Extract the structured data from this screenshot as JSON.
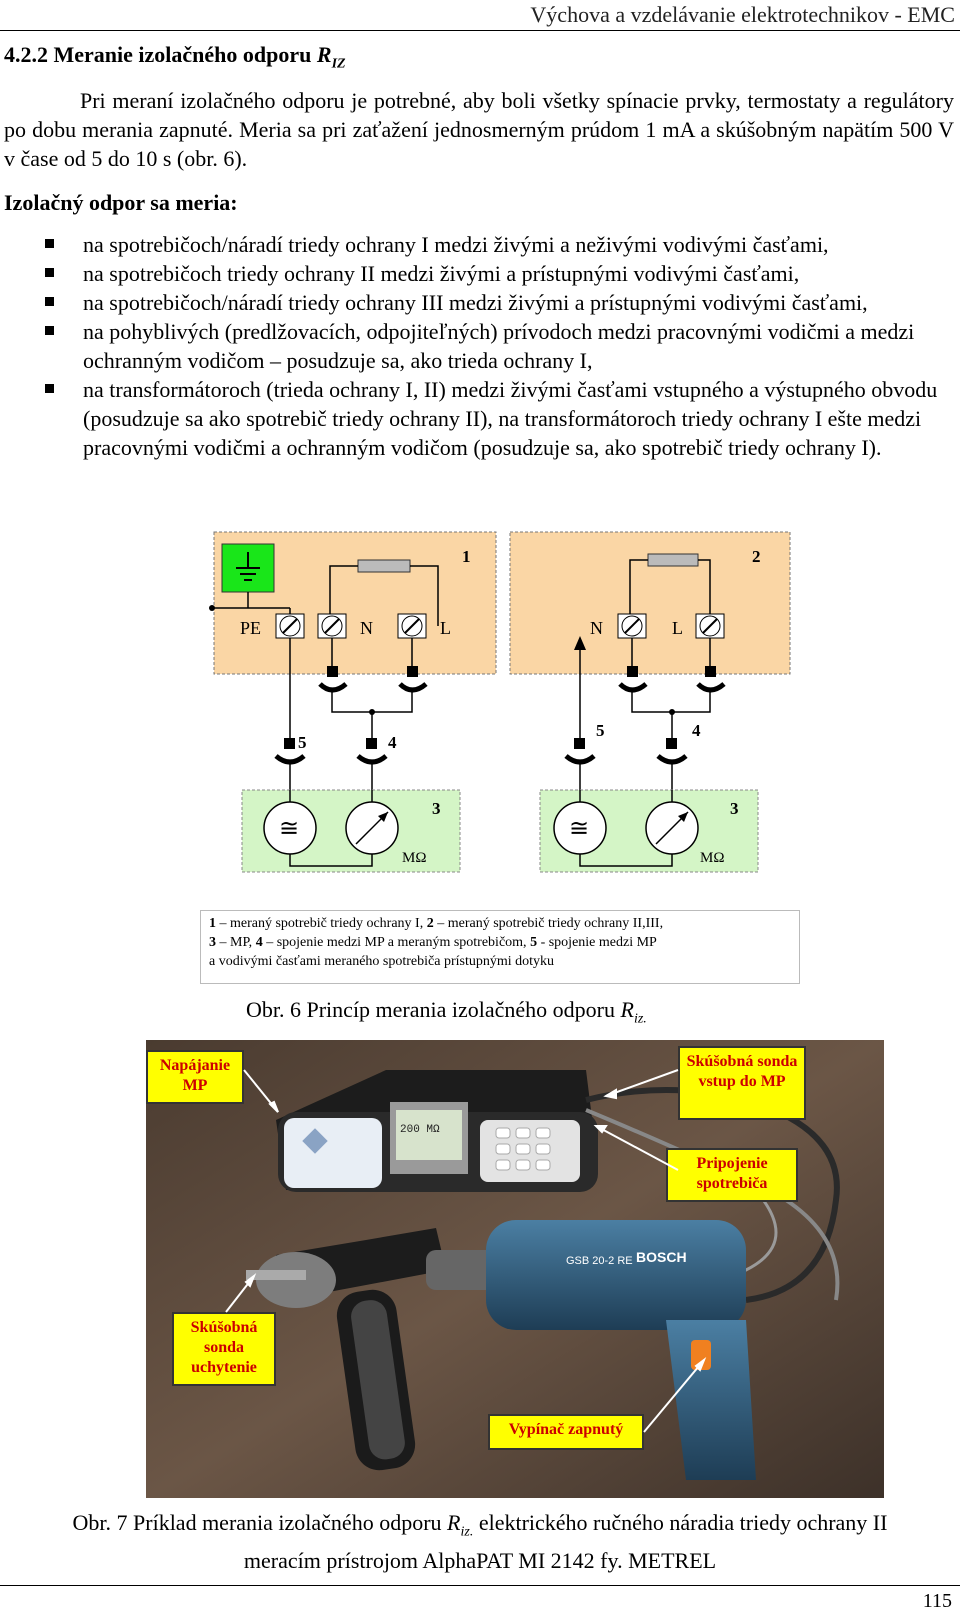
{
  "header": {
    "title": "Výchova a vzdelávanie elektrotechnikov - EMC"
  },
  "section": {
    "number": "4.2.2",
    "title_prefix": "Meranie izolačného odporu ",
    "title_symbol": "R",
    "title_sub": "IZ"
  },
  "intro": {
    "text": "Pri meraní izolačného odporu je potrebné, aby boli všetky spínacie prvky, termostaty a regulátory po dobu merania zapnuté. Meria sa pri zaťažení jednosmerným prúdom 1 mA a skúšobným napätím 500 V v čase od 5 do 10 s (obr. 6)."
  },
  "subheading": "Izolačný odpor sa meria:",
  "bullets": [
    "na spotrebičoch/náradí triedy ochrany I medzi živými a neživými vodivými časťami,",
    "na spotrebičoch triedy ochrany II medzi živými a prístupnými vodivými časťami,",
    "na spotrebičoch/náradí triedy ochrany III medzi živými a prístupnými vodivými časťami,",
    "na pohyblivých (predlžovacích, odpojiteľných) prívodoch medzi pracovnými vodičmi a medzi ochranným vodičom – posudzuje sa, ako trieda ochrany I,",
    "na transformátoroch (trieda ochrany I, II) medzi živými časťami vstupného a výstupného obvodu (posudzuje sa ako spotrebič triedy ochrany II), na transformátoroch triedy ochrany I ešte medzi pracovnými vodičmi a ochranným vodičom (posudzuje sa, ako spotrebič triedy ochrany I)."
  ],
  "diagram": {
    "box1_label": "1",
    "box2_label": "2",
    "terminals_left": [
      "PE",
      "N",
      "L"
    ],
    "terminals_right": [
      "N",
      "L"
    ],
    "probe_left_5": "5",
    "probe_left_4": "4",
    "probe_right_5": "5",
    "probe_right_4": "4",
    "meter_label_left": "3",
    "meter_label_right": "3",
    "unit_left": "MΩ",
    "unit_right": "MΩ",
    "source_symbol_left": "≅",
    "source_symbol_right": "≅",
    "colors": {
      "box_fill": "#fad6a5",
      "meter_fill": "#d4f5c6",
      "border": "#777777"
    }
  },
  "legend": {
    "line1_n1": "1",
    "line1_t1": " – meraný spotrebič triedy ochrany I, ",
    "line1_n2": "2",
    "line1_t2": " – meraný spotrebič triedy ochrany II,III,",
    "line2_n3": "3",
    "line2_t3": " – MP, ",
    "line2_n4": "4",
    "line2_t4": " – spojenie medzi MP a meraným spotrebičom, ",
    "line2_n5": "5",
    "line2_t5": " - spojenie medzi MP",
    "line3": "a vodivými časťami meraného spotrebiča prístupnými dotyku"
  },
  "figure6_caption": {
    "prefix": "Obr. 6  Princíp merania izolačného odporu ",
    "symbol": "R",
    "sub": "iz."
  },
  "photo": {
    "callouts": {
      "power": "Napájanie MP",
      "probe_input": "Skúšobná sonda vstup do MP",
      "connection": "Pripojenie spotrebiča",
      "probe_clip": "Skúšobná sonda uchytenie",
      "switch": "Vypínač zapnutý"
    },
    "device_screen": "200 MΩ",
    "drill_brand": "BOSCH",
    "drill_model": "GSB 20-2 RE",
    "colors": {
      "callout_bg": "#ffff00",
      "callout_text": "#cc0000",
      "background": "#5b4a3c"
    }
  },
  "figure7_caption": {
    "line1_prefix": "Obr. 7  Príklad merania izolačného odporu ",
    "line1_symbol": "R",
    "line1_sub": "iz.",
    "line1_suffix": " elektrického ručného náradia triedy ochrany II",
    "line2": "meracím prístrojom AlphaPAT MI 2142 fy. METREL"
  },
  "page_number": "115"
}
